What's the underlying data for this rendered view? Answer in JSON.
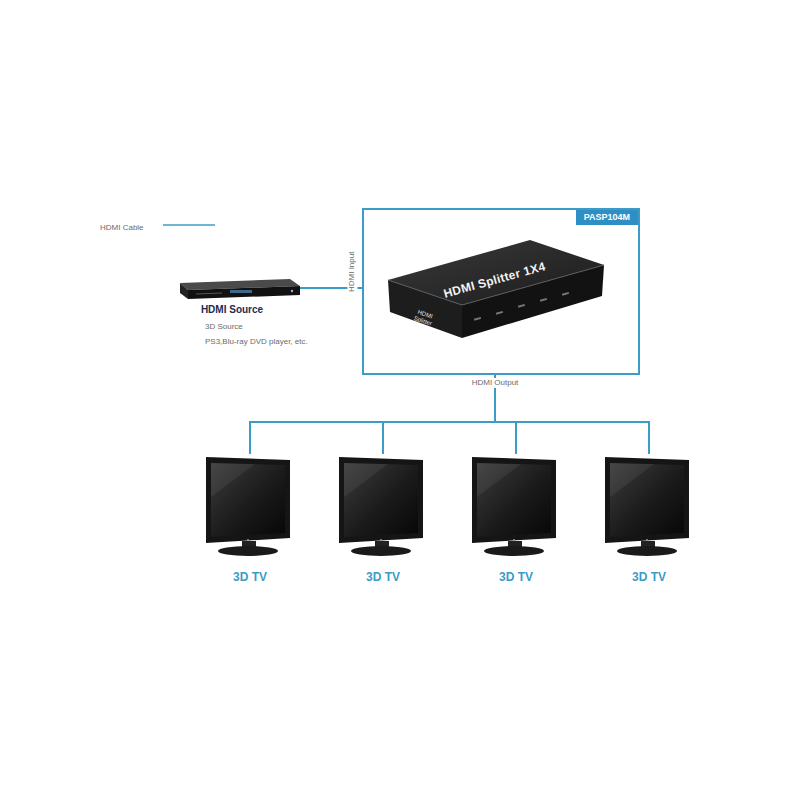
{
  "diagram": {
    "nodes": [
      {
        "text": [
          "HDMI Source",
          "3D Source",
          "PS3,Blu-ray DVD player, etc."
        ]
      },
      {
        "text": [
          "PASP104M",
          "HDMI Splitter 1X4",
          "HDMI Splitter"
        ]
      },
      {
        "text": [
          "3D TV"
        ]
      },
      {
        "text": [
          "3D TV"
        ]
      },
      {
        "text": [
          "3D TV"
        ]
      },
      {
        "text": [
          "3D TV"
        ]
      }
    ],
    "edges": [
      {
        "from": 0,
        "to": 1,
        "arrow": "none"
      },
      {
        "from": 1,
        "to": 2,
        "arrow": "none"
      },
      {
        "from": 1,
        "to": 3,
        "arrow": "none"
      },
      {
        "from": 1,
        "to": 4,
        "arrow": "none"
      },
      {
        "from": 1,
        "to": 5,
        "arrow": "none"
      }
    ],
    "labels": [
      "HDMI Input",
      "HDMI Output"
    ],
    "legend": [
      {
        "text": "HDMI Cable"
      }
    ]
  }
}
